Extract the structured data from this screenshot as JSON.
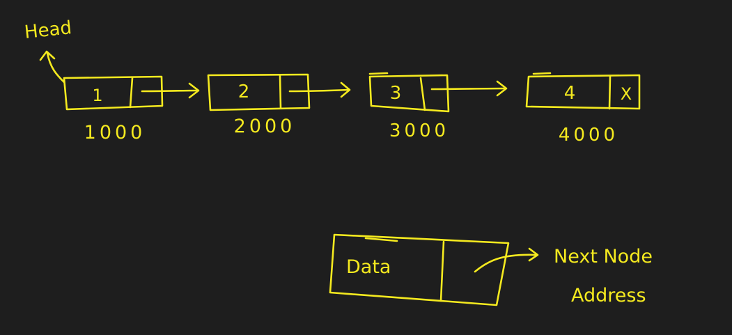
{
  "head_label": "Head",
  "nodes": [
    {
      "data": "1",
      "address": "1000",
      "next": ""
    },
    {
      "data": "2",
      "address": "2000",
      "next": ""
    },
    {
      "data": "3",
      "address": "3000",
      "next": ""
    },
    {
      "data": "4",
      "address": "4000",
      "next": "X"
    }
  ],
  "legend": {
    "data_label": "Data",
    "next_label_line1": "Next Node",
    "next_label_line2": "Address"
  },
  "colors": {
    "ink": "#f5ea1f",
    "background": "#1e1e1e"
  }
}
